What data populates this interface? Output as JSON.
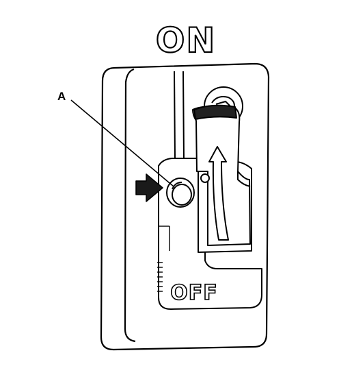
{
  "diagram": {
    "on_label": "ON",
    "off_label": "OFF",
    "callout_label": "A",
    "colors": {
      "ink": "#000000",
      "paper": "#ffffff",
      "arrow_fill": "#1a1a1a"
    }
  }
}
